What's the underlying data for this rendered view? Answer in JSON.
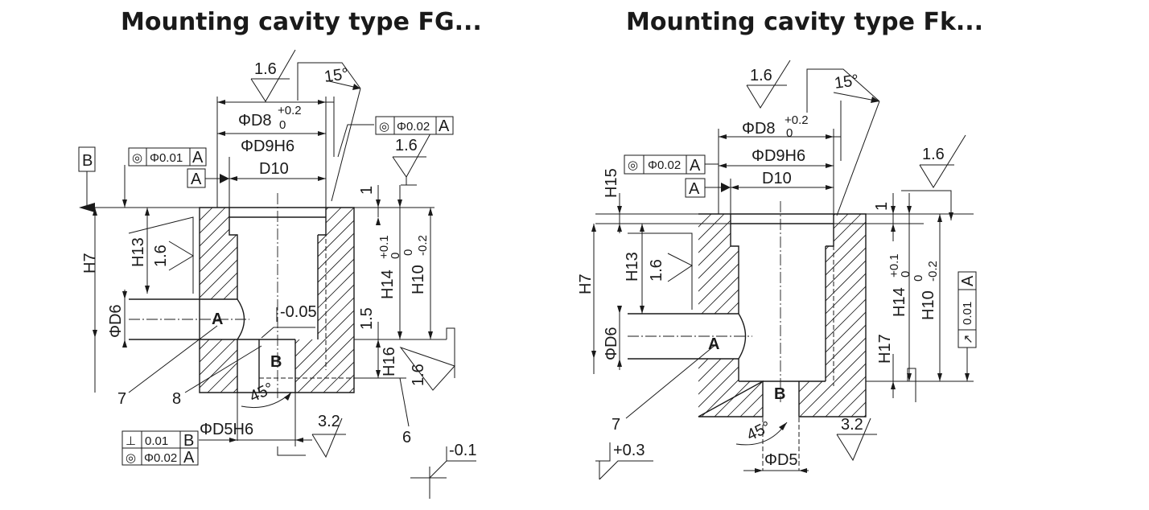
{
  "titles": {
    "left": "Mounting cavity type FG...",
    "right": "Mounting cavity type Fk..."
  },
  "left": {
    "dims": {
      "d8": "ΦD8",
      "d8_upper": "+0.2",
      "d8_lower": "0",
      "d9": "ΦD9H6",
      "d10": "D10",
      "d6": "ΦD6",
      "d5": "ΦD5H6",
      "h7": "H7",
      "h13": "H13",
      "h14": "H14",
      "h14_upper": "+0.1",
      "h14_lower": "0",
      "h10": "H10",
      "h10_upper": "0",
      "h10_lower": "-0.2",
      "h16": "H16",
      "one": "1",
      "one_five": "1.5",
      "minus005": "-0.05",
      "minus01": "-0.1",
      "angle15": "15°",
      "angle45": "45°"
    },
    "roughness": {
      "top": "1.6",
      "right": "1.6",
      "h13": "1.6",
      "h16": "1.6",
      "bottom": "3.2"
    },
    "datums": {
      "a_box": "A",
      "b_box": "B",
      "a_label": "A",
      "b_label": "B"
    },
    "callouts": {
      "seven": "7",
      "eight": "8",
      "six": "6"
    },
    "fcf": {
      "top_left": {
        "sym": "◎",
        "tol": "Φ0.01",
        "ref": "A"
      },
      "top_right": {
        "sym": "◎",
        "tol": "Φ0.02",
        "ref": "A"
      },
      "bottom_perp": {
        "sym": "⊥",
        "tol": "0.01",
        "ref": "B"
      },
      "bottom_conc": {
        "sym": "◎",
        "tol": "Φ0.02",
        "ref": "A"
      }
    }
  },
  "right": {
    "dims": {
      "d8": "ΦD8",
      "d8_upper": "+0.2",
      "d8_lower": "0",
      "d9": "ΦD9H6",
      "d10": "D10",
      "d6": "ΦD6",
      "d5": "ΦD5",
      "h7": "H7",
      "h13": "H13",
      "h15": "H15",
      "h17": "H17",
      "h14": "H14",
      "h14_upper": "+0.1",
      "h14_lower": "0",
      "h10": "H10",
      "h10_upper": "0",
      "h10_lower": "-0.2",
      "one": "1",
      "plus03": "+0.3",
      "angle15": "15°",
      "angle45": "45°"
    },
    "roughness": {
      "top": "1.6",
      "right": "1.6",
      "h13": "1.6",
      "bottom": "3.2"
    },
    "datums": {
      "a_box": "A",
      "a_label": "A",
      "b_label": "B"
    },
    "callouts": {
      "seven": "7"
    },
    "fcf": {
      "top": {
        "sym": "◎",
        "tol": "Φ0.02",
        "ref": "A"
      },
      "runout": {
        "sym": "↗",
        "tol": "0.01",
        "ref": "A"
      }
    }
  }
}
